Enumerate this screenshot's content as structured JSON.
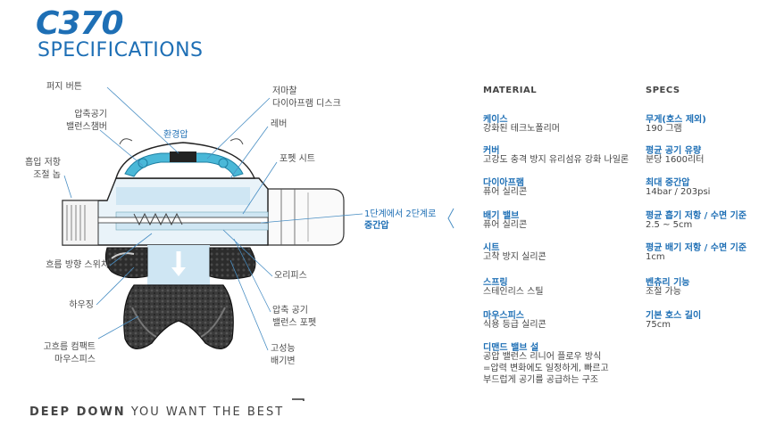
{
  "title": {
    "model": "C370",
    "subtitle": "SPECIFICATIONS"
  },
  "labels": {
    "purge": "퍼지 버튼",
    "comp_chamber": "압축공기\n밸런스챔버",
    "inhale_knob": "흡입 저항\n조절 놉",
    "flow_switch": "흐름 방향 스위치",
    "housing": "하우징",
    "mouthpiece": "고흐름 컴팩트\n마우스피스",
    "ambient": "환경압",
    "diaphragm": "저마찰\n다이아프램 디스크",
    "lever": "레버",
    "poppet_seat": "포펫 시트",
    "orifice": "오리피스",
    "comp_poppet": "압축 공기\n밸런스 포펫",
    "exhaust": "고성능\n배기변",
    "intermediate_1": "1단계에서 2단계로",
    "intermediate_2": "중간압"
  },
  "material": {
    "heading": "MATERIAL",
    "items": [
      {
        "k": "케이스",
        "v": "강화된 테크노폴리머"
      },
      {
        "k": "커버",
        "v": "고강도 충격 방지 유리섬유 강화 나일론"
      },
      {
        "k": "다이아프램",
        "v": "퓨어 실리콘"
      },
      {
        "k": "배기 밸브",
        "v": "퓨어 실리콘"
      },
      {
        "k": "시트",
        "v": "고착 방지 실리콘"
      },
      {
        "k": "스프링",
        "v": "스테인리스 스틸"
      },
      {
        "k": "마우스피스",
        "v": "식용 등급 실리콘"
      },
      {
        "k": "디맨드 밸브 설",
        "v": "공압 밸런스 리니어 플로우 방식\n=압력 변화에도 일정하게, 빠르고\n부드럽게 공기를 공급하는 구조"
      }
    ]
  },
  "specs": {
    "heading": "SPECS",
    "items": [
      {
        "k": "무게(호스 제외)",
        "v": "190 그램"
      },
      {
        "k": "평균 공기 유량",
        "v": "분당 1600리터"
      },
      {
        "k": "최대 중간압",
        "v": "14bar / 203psi"
      },
      {
        "k": "평균 흡기 저항 / 수면 기준",
        "v": "2.5 ~ 5cm"
      },
      {
        "k": "평균 배기 저항 / 수면 기준",
        "v": "1cm"
      },
      {
        "k": "벤츄리 기능",
        "v": "조절 가능"
      },
      {
        "k": "기본 호스 길이",
        "v": "75cm"
      }
    ]
  },
  "tagline": {
    "bold": "DEEP DOWN",
    "rest": "YOU WANT THE BEST"
  },
  "colors": {
    "brand": "#1e6fb5",
    "diaphragm": "#4ab8d8",
    "air": "#cfe6f3",
    "mouthpiece": "#3a3a3a"
  }
}
